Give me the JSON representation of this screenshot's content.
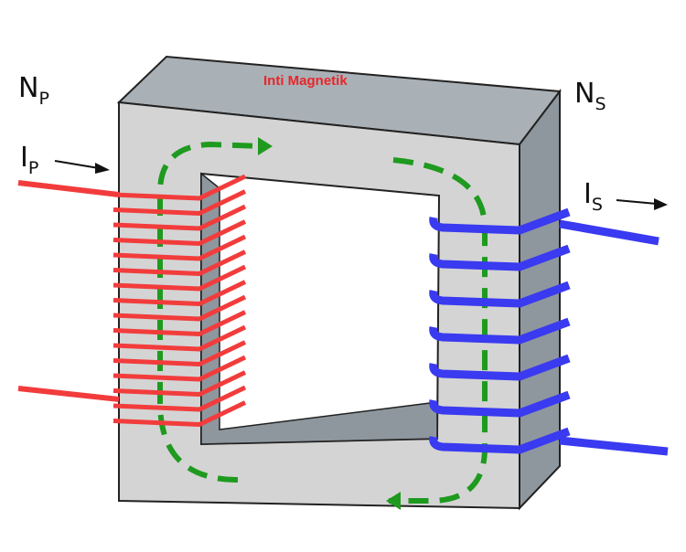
{
  "labels": {
    "primary_turns": {
      "main": "N",
      "sub": "P"
    },
    "primary_current": {
      "main": "I",
      "sub": "P"
    },
    "secondary_turns": {
      "main": "N",
      "sub": "S"
    },
    "secondary_current": {
      "main": "I",
      "sub": "S"
    },
    "core": "Inti Magnetik"
  },
  "colors": {
    "primary_coil": "#f23c3c",
    "secondary_coil": "#3a3af0",
    "flux": "#1e9a1e",
    "core_front": "#d4d4d4",
    "core_top": "#a9b0b6",
    "core_side": "#8e979e",
    "core_label": "#e8262a"
  },
  "primary_coil_turns_shown": 16,
  "secondary_coil_turns_shown": 7
}
